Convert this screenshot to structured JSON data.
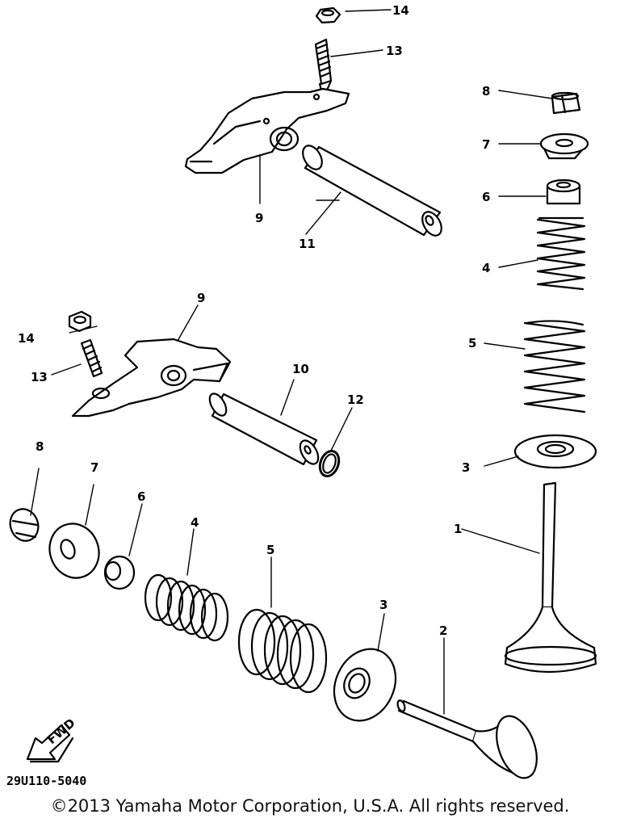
{
  "diagram": {
    "callouts": {
      "n1": "1",
      "n2": "2",
      "n3a": "3",
      "n3b": "3",
      "n4a": "4",
      "n4b": "4",
      "n5a": "5",
      "n5b": "5",
      "n6a": "6",
      "n6b": "6",
      "n7a": "7",
      "n7b": "7",
      "n8a": "8",
      "n8b": "8",
      "n9a": "9",
      "n9b": "9",
      "n10": "10",
      "n11": "11",
      "n12": "12",
      "n13a": "13",
      "n13b": "13",
      "n14a": "14",
      "n14b": "14"
    },
    "fwd_label": "FWD",
    "part_code": "29U110-5040"
  },
  "footer": {
    "copyright": "©2013 Yamaha Motor Corporation, U.S.A. All rights reserved."
  }
}
